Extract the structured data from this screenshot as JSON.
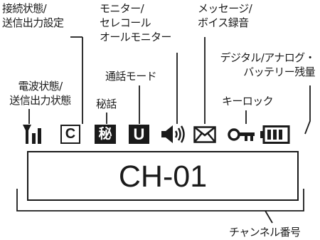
{
  "labels": {
    "connection": [
      "接続状態/",
      "送信出力設定"
    ],
    "monitor": [
      "モニター/",
      "セレコール",
      "オールモニター"
    ],
    "message": [
      "メッセージ/",
      "ボイス録音"
    ],
    "digital": [
      "デジタル/アナログ・",
      "バッテリー残量"
    ],
    "call_mode": "通話モード",
    "signal": [
      "電波状態/",
      "送信出力状態"
    ],
    "secret": "秘話",
    "key_lock": "キーロック",
    "channel_number": "チャンネル番号"
  },
  "icons": {
    "secret_glyph": "秘",
    "connection_glyph": "C",
    "mode_glyph": "U"
  },
  "display": {
    "channel": "CH-01"
  }
}
